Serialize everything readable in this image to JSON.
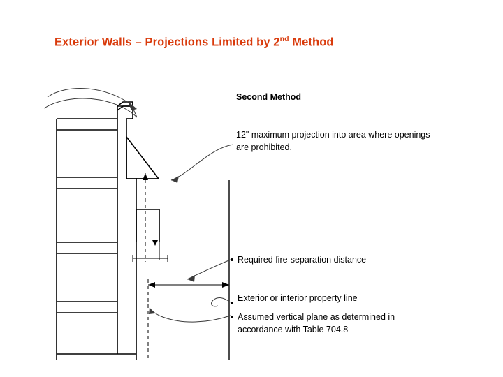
{
  "slide": {
    "title_before": "Exterior Walls – Projections Limited by 2",
    "title_sup": "nd",
    "title_after": " Method",
    "title_color": "#d93a0b",
    "background": "#ffffff"
  },
  "labels": {
    "second_method": "Second Method",
    "projection": "12\" maximum projection into area where openings are prohibited,",
    "fire_separation": "Required fire-separation distance",
    "property_line": "Exterior or interior property line",
    "assumed_plane": "Assumed vertical plane as determined in accordance with Table 704.8"
  },
  "diagram": {
    "name": "building-section-with-projection",
    "stroke_color": "#000000",
    "leader_color": "#3a3a3a",
    "description": "Section view of an exterior wall with floors, a sloped projection at roof level, dimension lines and a vertical property line"
  }
}
